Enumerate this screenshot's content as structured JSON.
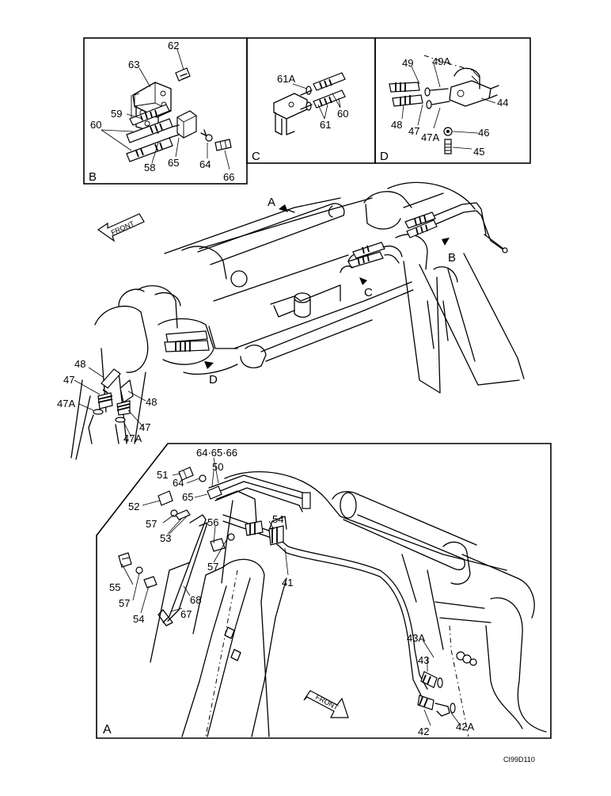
{
  "panels": {
    "B": {
      "label": "B",
      "callouts": [
        "62",
        "63",
        "59",
        "60",
        "58",
        "65",
        "64",
        "66"
      ]
    },
    "C": {
      "label": "C",
      "callouts": [
        "61A",
        "60",
        "61"
      ]
    },
    "D": {
      "label": "D",
      "callouts": [
        "49",
        "49A",
        "44",
        "48",
        "47",
        "47A",
        "46",
        "45"
      ]
    },
    "A": {
      "label": "A",
      "callouts": [
        "64·65·66",
        "51",
        "50",
        "64",
        "65",
        "52",
        "57",
        "56",
        "53",
        "54",
        "57",
        "55",
        "57",
        "54",
        "68",
        "67",
        "41",
        "43A",
        "43",
        "42",
        "42A"
      ]
    }
  },
  "main": {
    "view_arrows": [
      "A",
      "B",
      "C",
      "D"
    ],
    "left_callouts": [
      "48",
      "47",
      "47A",
      "48",
      "47",
      "47A"
    ]
  },
  "front_labels": [
    "FRONT",
    "FRONT"
  ],
  "drawing_code": "CI99D110"
}
